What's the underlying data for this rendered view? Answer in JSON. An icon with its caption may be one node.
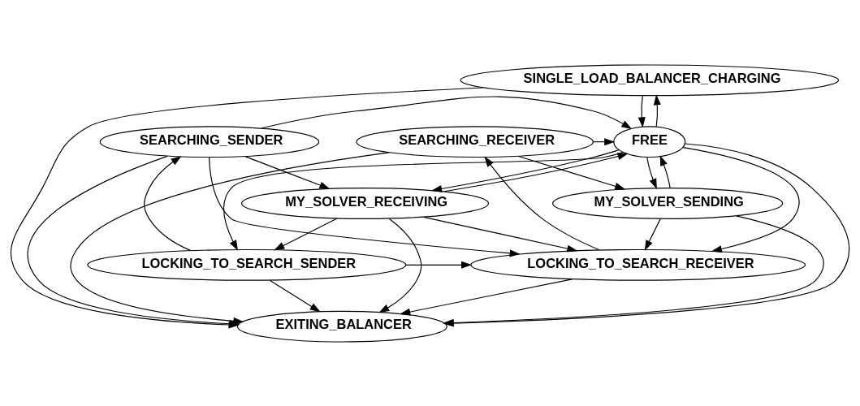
{
  "diagram": {
    "nodes": [
      {
        "text": [
          "SINGLE_LOAD_BALANCER_CHARGING"
        ]
      },
      {
        "text": [
          "LOCKING_TO_SEARCH_SENDER"
        ]
      },
      {
        "text": [
          "LOCKING_TO_SEARCH_RECEIVER"
        ]
      },
      {
        "text": [
          "SEARCHING_SENDER"
        ]
      },
      {
        "text": [
          "FREE"
        ]
      },
      {
        "text": [
          "SEARCHING_RECEIVER"
        ]
      },
      {
        "text": [
          "MY_SOLVER_RECEIVING"
        ]
      },
      {
        "text": [
          "MY_SOLVER_SENDING"
        ]
      },
      {
        "text": [
          "EXITING_BALANCER"
        ]
      }
    ],
    "edges": [
      {
        "from": 4,
        "to": 0,
        "arrow": "to"
      },
      {
        "from": 0,
        "to": 4,
        "arrow": "to"
      },
      {
        "from": 0,
        "to": 8,
        "arrow": "to"
      },
      {
        "from": 1,
        "to": 2,
        "arrow": "to"
      },
      {
        "from": 3,
        "to": 2,
        "arrow": "to"
      },
      {
        "from": 6,
        "to": 2,
        "arrow": "to"
      },
      {
        "from": 4,
        "to": 1,
        "arrow": "to"
      },
      {
        "from": 4,
        "to": 2,
        "arrow": "to"
      },
      {
        "from": 1,
        "to": 3,
        "arrow": "to"
      },
      {
        "from": 1,
        "to": 8,
        "arrow": "to"
      },
      {
        "from": 2,
        "to": 5,
        "arrow": "to"
      },
      {
        "from": 2,
        "to": 8,
        "arrow": "to"
      },
      {
        "from": 3,
        "to": 4,
        "arrow": "to"
      },
      {
        "from": 3,
        "to": 6,
        "arrow": "to"
      },
      {
        "from": 3,
        "to": 8,
        "arrow": "to"
      },
      {
        "from": 5,
        "to": 4,
        "arrow": "to"
      },
      {
        "from": 5,
        "to": 7,
        "arrow": "to"
      },
      {
        "from": 5,
        "to": 8,
        "arrow": "to"
      },
      {
        "from": 4,
        "to": 6,
        "arrow": "to"
      },
      {
        "from": 4,
        "to": 7,
        "arrow": "to"
      },
      {
        "from": 4,
        "to": 8,
        "arrow": "to"
      },
      {
        "from": 6,
        "to": 4,
        "arrow": "to"
      },
      {
        "from": 6,
        "to": 1,
        "arrow": "to"
      },
      {
        "from": 6,
        "to": 8,
        "arrow": "to"
      },
      {
        "from": 7,
        "to": 4,
        "arrow": "to"
      },
      {
        "from": 7,
        "to": 2,
        "arrow": "to"
      },
      {
        "from": 7,
        "to": 8,
        "arrow": "to"
      }
    ]
  }
}
